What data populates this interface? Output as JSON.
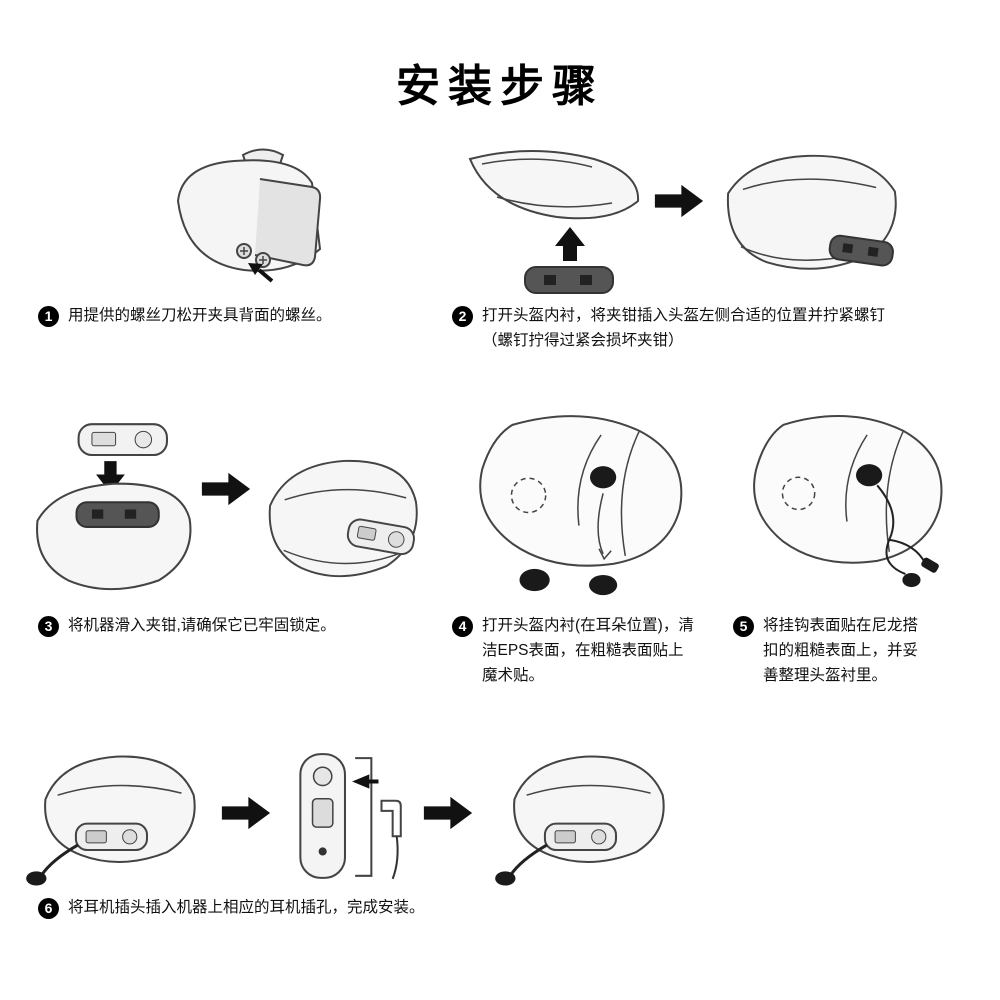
{
  "page": {
    "title": "安装步骤"
  },
  "steps": [
    {
      "num": "1",
      "text": "用提供的螺丝刀松开夹具背面的螺丝。"
    },
    {
      "num": "2",
      "text": "打开头盔内衬，将夹钳插入头盔左侧合适的位置并拧紧螺钉（螺钉拧得过紧会损坏夹钳）"
    },
    {
      "num": "3",
      "text": "将机器滑入夹钳,请确保它已牢固锁定。"
    },
    {
      "num": "4",
      "text": "打开头盔内衬(在耳朵位置)，清洁EPS表面，在粗糙表面贴上魔术贴。"
    },
    {
      "num": "5",
      "text": "将挂钩表面贴在尼龙搭扣的粗糙表面上，并妥善整理头盔衬里。"
    },
    {
      "num": "6",
      "text": "将耳机插头插入机器上相应的耳机插孔，完成安装。"
    }
  ],
  "colors": {
    "ink": "#111111",
    "outline": "#444444",
    "fill_light": "#f5f5f5",
    "plate_dark": "#555555",
    "speaker_black": "#1a1a1a"
  }
}
